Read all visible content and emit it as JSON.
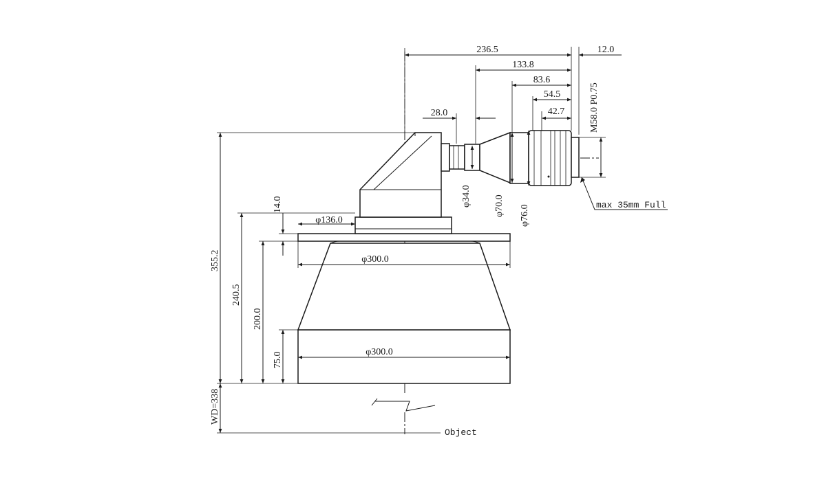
{
  "drawing": {
    "dims": {
      "d_236_5": "236.5",
      "d_12_0": "12.0",
      "d_133_8": "133.8",
      "d_83_6": "83.6",
      "d_54_5": "54.5",
      "d_42_7": "42.7",
      "d_28_0": "28.0",
      "thread": "M58.0 P0.75",
      "dia_34": "φ34.0",
      "dia_70": "φ70.0",
      "dia_76": "φ76.0",
      "dia_136": "φ136.0",
      "dia_300_top": "φ300.0",
      "dia_300_bottom": "φ300.0",
      "h_14": "14.0",
      "h_355_2": "355.2",
      "h_240_5": "240.5",
      "h_200": "200.0",
      "h_75": "75.0",
      "wd": "WD=338"
    },
    "notes": {
      "sensor": "max 35mm Full",
      "object": "Object"
    }
  }
}
